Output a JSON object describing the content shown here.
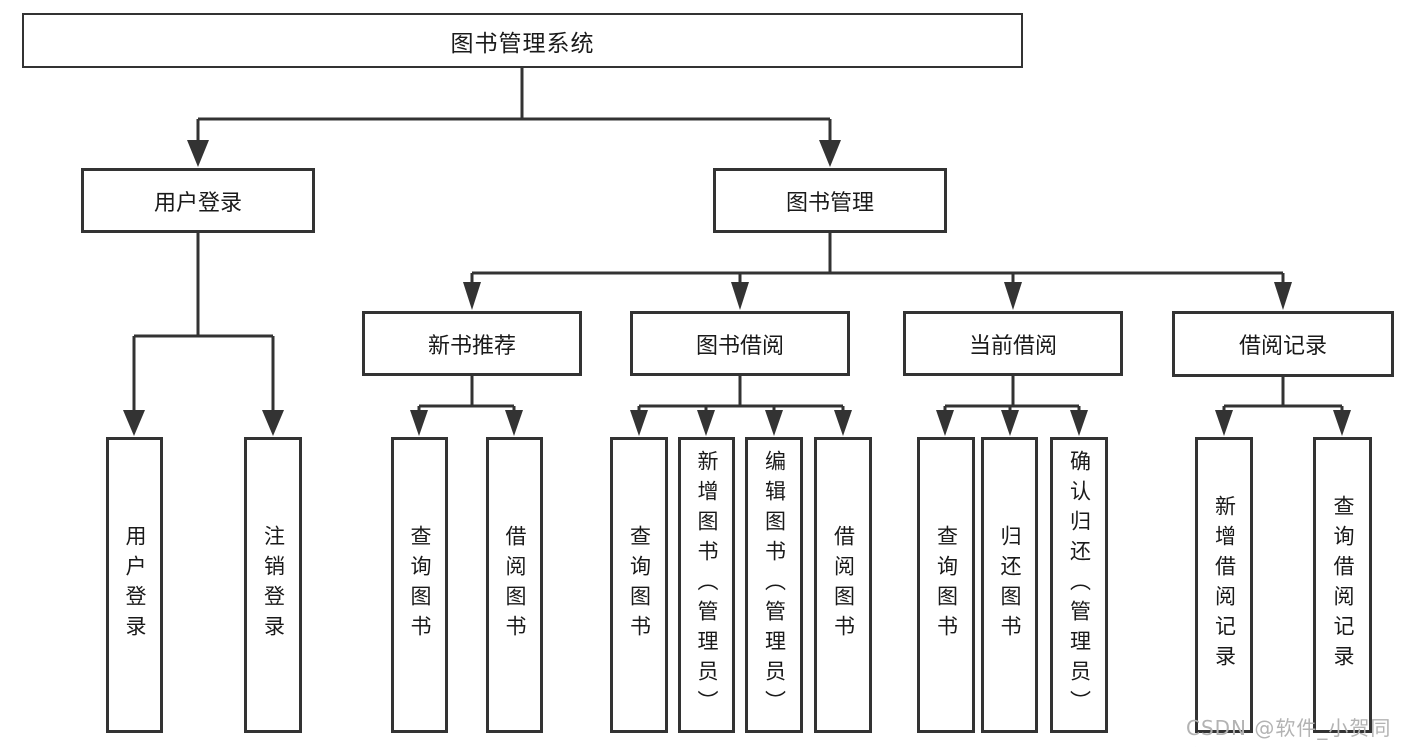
{
  "tree": {
    "label": "图书管理系统",
    "children": [
      {
        "label": "用户登录",
        "children": [
          {
            "label": "用户登录"
          },
          {
            "label": "注销登录"
          }
        ]
      },
      {
        "label": "图书管理",
        "children": [
          {
            "label": "新书推荐",
            "children": [
              {
                "label": "查询图书"
              },
              {
                "label": "借阅图书"
              }
            ]
          },
          {
            "label": "图书借阅",
            "children": [
              {
                "label": "查询图书"
              },
              {
                "label": "新增图书（管理员）"
              },
              {
                "label": "编辑图书（管理员）"
              },
              {
                "label": "借阅图书"
              }
            ]
          },
          {
            "label": "当前借阅",
            "children": [
              {
                "label": "查询图书"
              },
              {
                "label": "归还图书"
              },
              {
                "label": "确认归还（管理员）"
              }
            ]
          },
          {
            "label": "借阅记录",
            "children": [
              {
                "label": "新增借阅记录"
              },
              {
                "label": "查询借阅记录"
              }
            ]
          }
        ]
      }
    ]
  },
  "watermark": {
    "text": "CSDN @软件_小贺同学",
    "color": "#b3b3b3"
  },
  "colors": {
    "line": "#333333",
    "box_border": "#333333",
    "text": "#1a1a1a",
    "background": "#ffffff"
  }
}
